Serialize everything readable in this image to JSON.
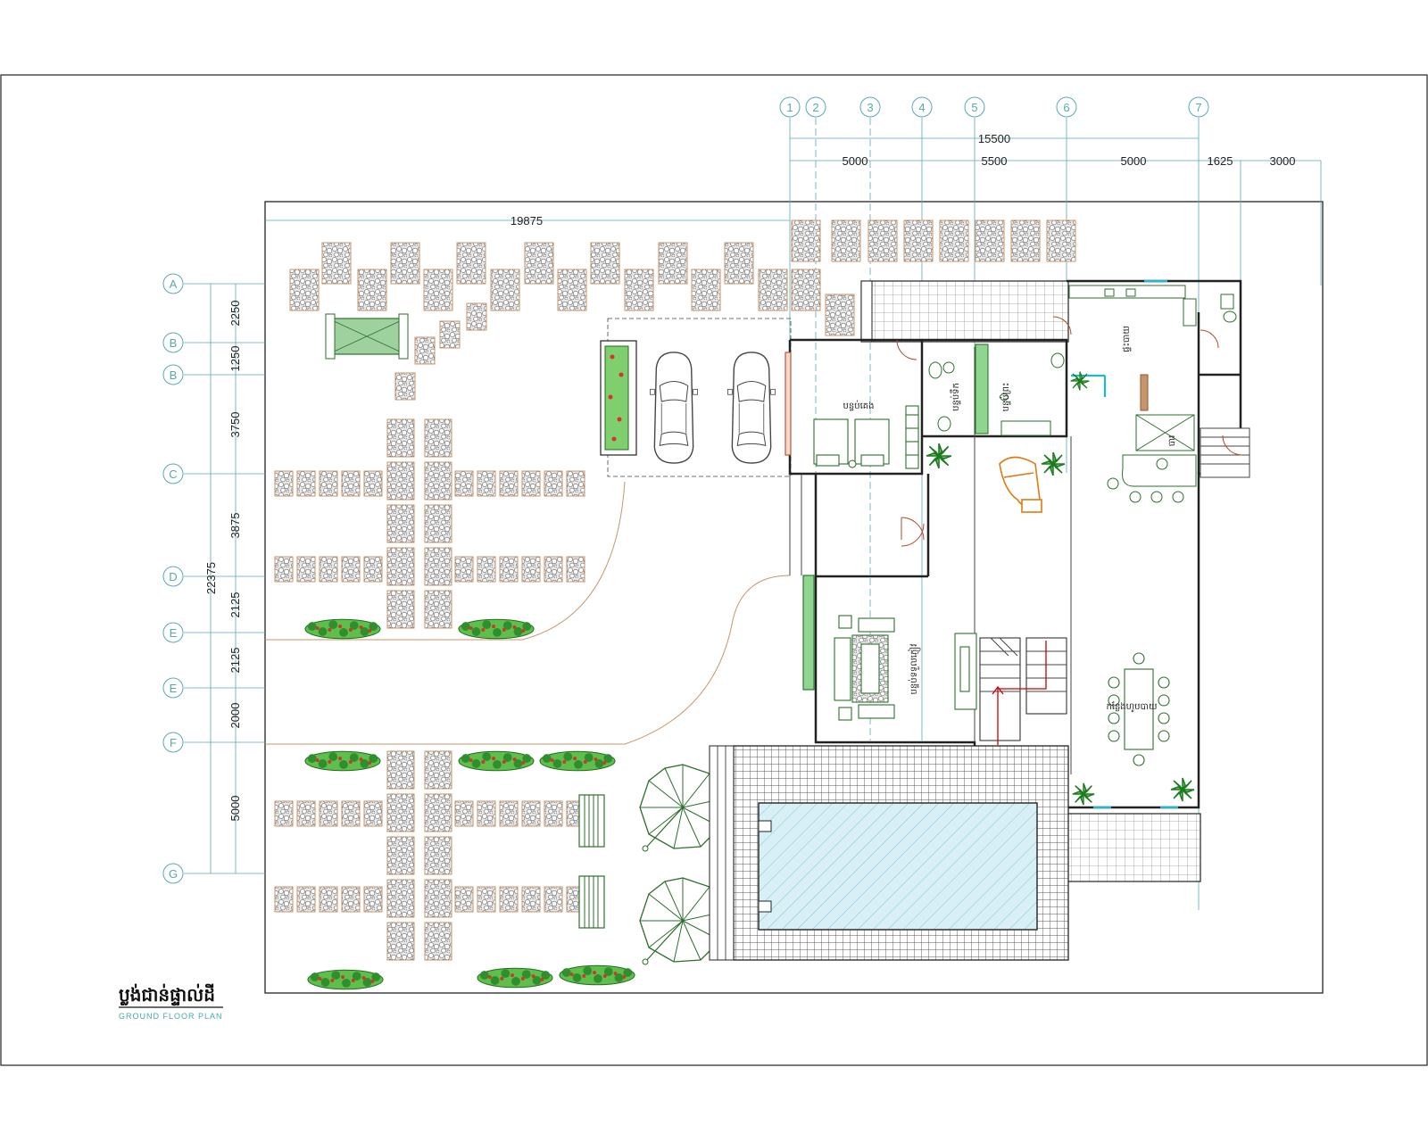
{
  "drawing": {
    "title": "ប្លង់ជាន់ផ្ទាល់ដី",
    "subtitle": "GROUND FLOOR PLAN"
  },
  "grid_columns": [
    "1",
    "2",
    "3",
    "4",
    "5",
    "6",
    "7"
  ],
  "grid_rows": [
    "A",
    "B",
    "B",
    "C",
    "D",
    "E",
    "E",
    "F",
    "G"
  ],
  "dimensions": {
    "top_overall": "15500",
    "top_segments": [
      "5000",
      "5500",
      "5000",
      "1625",
      "3000"
    ],
    "site_width": "19875",
    "left_overall": "22375",
    "left_segments": [
      "2250",
      "1250",
      "3750",
      "3875",
      "2125",
      "2125",
      "2000",
      "5000"
    ]
  },
  "rooms": {
    "kitchen": "ផ្ទះបាយ",
    "bedroom": "បន្ទប់គេង",
    "toilet": "បន្ទប់ទឹក",
    "prayer": "បន្ទប់ព្រះ",
    "bar": "បារ",
    "living": "បន្ទប់ទទួលភ្ញៀវ",
    "dining": "កន្លែងហូបបាយ"
  },
  "colors": {
    "line": "#111111",
    "grid": "#5aa9b8",
    "stone_fill": "#cfcfcf",
    "stone_edge": "#c8956a",
    "plant": "#2e8b2e",
    "flower": "#d93030",
    "pool": "#bfe3ef",
    "piano": "#e07a10",
    "stair_arrow": "#cc0000"
  }
}
